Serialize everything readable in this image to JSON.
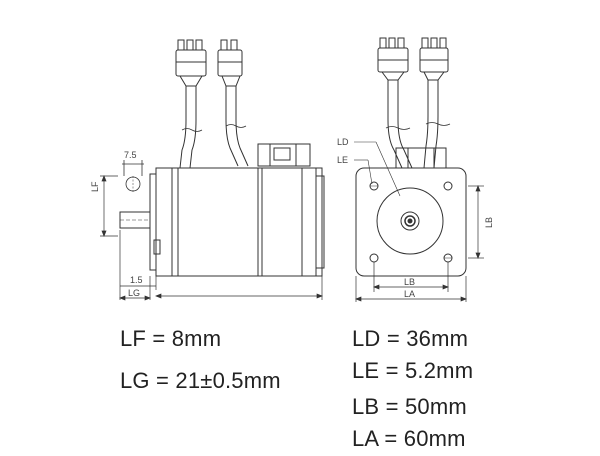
{
  "drawing_labels": {
    "dim_7_5": "7.5",
    "dim_lf": "LF",
    "dim_1_5": "1.5",
    "dim_lg": "LG",
    "dim_ld": "LD",
    "dim_le": "LE",
    "dim_lb_side": "LB",
    "dim_lb_bottom": "LB",
    "dim_la": "LA"
  },
  "specs": {
    "lf": "LF = 8mm",
    "lg": "LG = 21±0.5mm",
    "ld": "LD = 36mm",
    "le": "LE = 5.2mm",
    "lb": "LB = 50mm",
    "la": "LA = 60mm"
  }
}
